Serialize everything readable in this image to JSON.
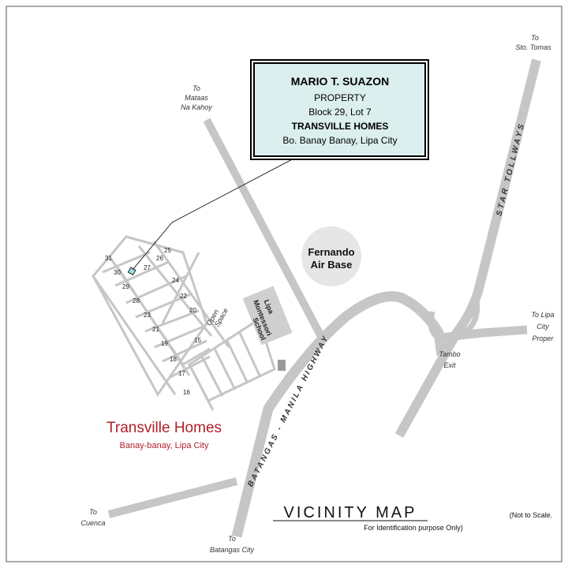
{
  "info_box": {
    "owner": "MARIO T. SUAZON",
    "line2": "PROPERTY",
    "line3": "Block 29, Lot 7",
    "line4": "TRANSVILLE HOMES",
    "line5": "Bo. Banay Banay, Lipa City"
  },
  "labels": {
    "to_sto_tomas_1": "To",
    "to_sto_tomas_2": "Sto. Tomas",
    "to_mataas_1": "To",
    "to_mataas_2": "Mataas",
    "to_mataas_3": "Na Kahoy",
    "star_tollways": "STAR TOLLWAYS",
    "air_base_1": "Fernando",
    "air_base_2": "Air Base",
    "to_lipa_1": "To Lipa",
    "to_lipa_2": "City",
    "to_lipa_3": "Proper",
    "tambo_1": "Tambo",
    "tambo_2": "Exit",
    "highway": "BATANGAS - MANILA HIGHWAY",
    "school_1": "Lipa",
    "school_2": "Montessori",
    "school_3": "School",
    "open_space_1": "Open",
    "open_space_2": "Space",
    "subdivision_name": "Transville Homes",
    "subdivision_loc": "Banay-banay, Lipa City",
    "to_cuenca_1": "To",
    "to_cuenca_2": "Cuenca",
    "to_batangas_1": "To",
    "to_batangas_2": "Batangas City"
  },
  "title": {
    "main": "VICINITY MAP",
    "sub": "For Identification purpose Only)",
    "scale": "(Not to Scale."
  },
  "lots": [
    "31",
    "30",
    "29",
    "28",
    "27",
    "26",
    "25",
    "24",
    "23",
    "22",
    "21",
    "20",
    "19",
    "18",
    "17",
    "16",
    "15"
  ],
  "colors": {
    "road": "#c6c6c6",
    "info_box_fill": "#dcefef",
    "subdivision_red": "#b0202a",
    "air_base": "#e6e6e6"
  }
}
